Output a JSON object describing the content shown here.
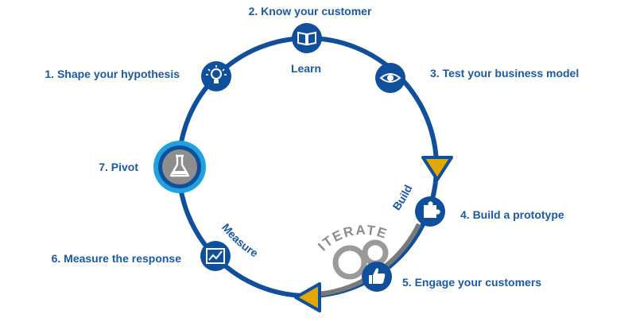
{
  "colors": {
    "ring": "#0f4f9c",
    "node": "#0f4f9c",
    "pivot_outer": "#1fa3e0",
    "pivot_inner": "#8e8e8e",
    "grey_arc": "#7a7a7a",
    "arrow_fill": "#e0a800",
    "label": "#1a5aa6"
  },
  "steps": [
    {
      "label": "1. Shape your hypothesis",
      "icon": "lightbulb-icon"
    },
    {
      "label": "2. Know your customer",
      "icon": "book-icon"
    },
    {
      "label": "3. Test your business model",
      "icon": "eye-icon"
    },
    {
      "label": "4. Build a prototype",
      "icon": "puzzle-icon"
    },
    {
      "label": "5. Engage your customers",
      "icon": "thumbs-up-icon"
    },
    {
      "label": "6. Measure the response",
      "icon": "chart-icon"
    },
    {
      "label": "7. Pivot",
      "icon": "flask-icon"
    }
  ],
  "phases": {
    "learn": "Learn",
    "build": "Build",
    "measure": "Measure"
  },
  "iterate": "ITERATE"
}
